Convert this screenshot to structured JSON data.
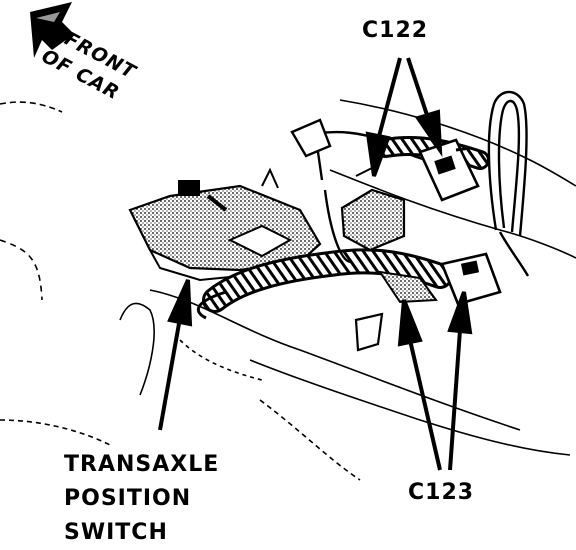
{
  "labels": {
    "front_line1": "FRONT",
    "front_line2": "OF CAR",
    "c122": "C122",
    "c123": "C123",
    "switch_line1": "TRANSAXLE",
    "switch_line2": "POSITION",
    "switch_line3": "SWITCH"
  },
  "colors": {
    "ink": "#000000",
    "paper": "#ffffff",
    "shade": "#8a8a8a"
  }
}
